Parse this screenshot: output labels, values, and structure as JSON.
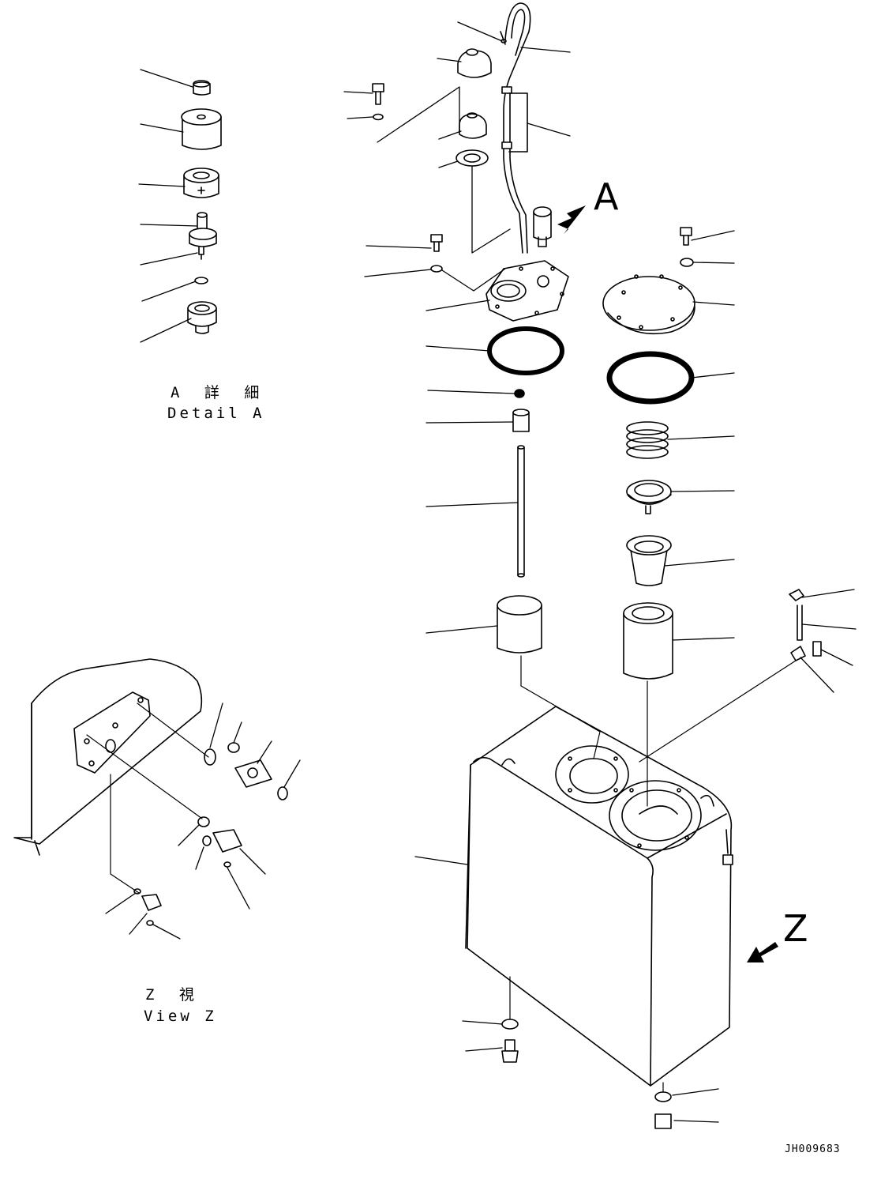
{
  "detail_a": {
    "jp": "A 詳 細",
    "en": "Detail A"
  },
  "view_z": {
    "jp": "Z 視",
    "en": "View Z"
  },
  "marker_a": "A",
  "marker_z": "Z",
  "drawing_code": "JH009683",
  "colors": {
    "line": "#000000",
    "background": "#ffffff"
  }
}
